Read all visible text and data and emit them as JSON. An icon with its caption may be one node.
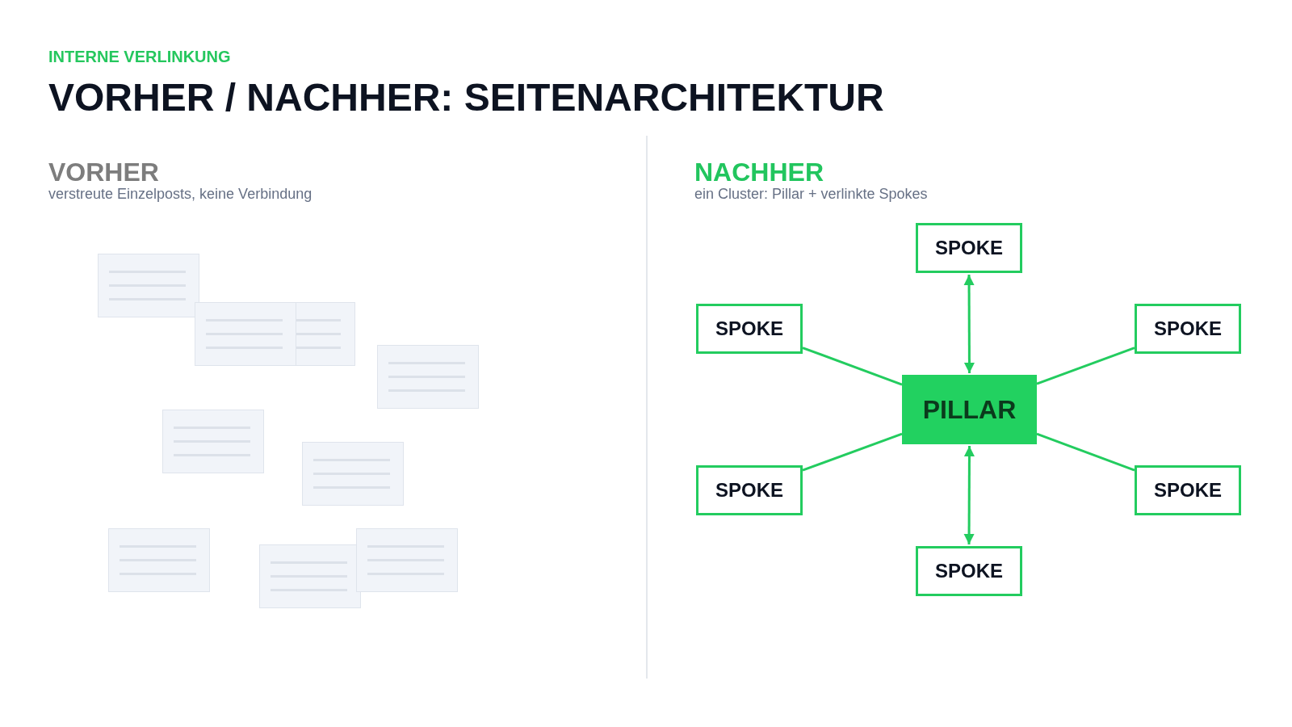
{
  "diagram": {
    "title": "VORHER / NACHHER: SEITENARCHITEKTUR",
    "nodes": [
      {
        "text": [],
        "shape": "document"
      },
      {
        "text": [],
        "shape": "document"
      },
      {
        "text": [],
        "shape": "document"
      },
      {
        "text": [],
        "shape": "document"
      },
      {
        "text": [],
        "shape": "document"
      },
      {
        "text": [],
        "shape": "document"
      },
      {
        "text": [],
        "shape": "document"
      },
      {
        "text": [],
        "shape": "document"
      },
      {
        "text": [],
        "shape": "document"
      },
      {
        "text": [
          "SPOKE"
        ]
      },
      {
        "text": [
          "SPOKE"
        ]
      },
      {
        "text": [
          "SPOKE"
        ]
      },
      {
        "text": [
          "PILLAR"
        ]
      },
      {
        "text": [
          "SPOKE"
        ]
      },
      {
        "text": [
          "SPOKE"
        ]
      },
      {
        "text": [
          "SPOKE"
        ]
      }
    ],
    "edges": [
      {
        "from": 12,
        "to": 9,
        "arrow": "both"
      },
      {
        "from": 12,
        "to": 10,
        "arrow": "none"
      },
      {
        "from": 12,
        "to": 11,
        "arrow": "none"
      },
      {
        "from": 12,
        "to": 13,
        "arrow": "none"
      },
      {
        "from": 12,
        "to": 14,
        "arrow": "none"
      },
      {
        "from": 12,
        "to": 15,
        "arrow": "both"
      }
    ],
    "labels": [
      "INTERNE VERLINKUNG",
      "VORHER",
      "verstreute Einzelposts, keine Verbindung",
      "NACHHER",
      "ein Cluster: Pillar + verlinkte Spokes"
    ]
  }
}
